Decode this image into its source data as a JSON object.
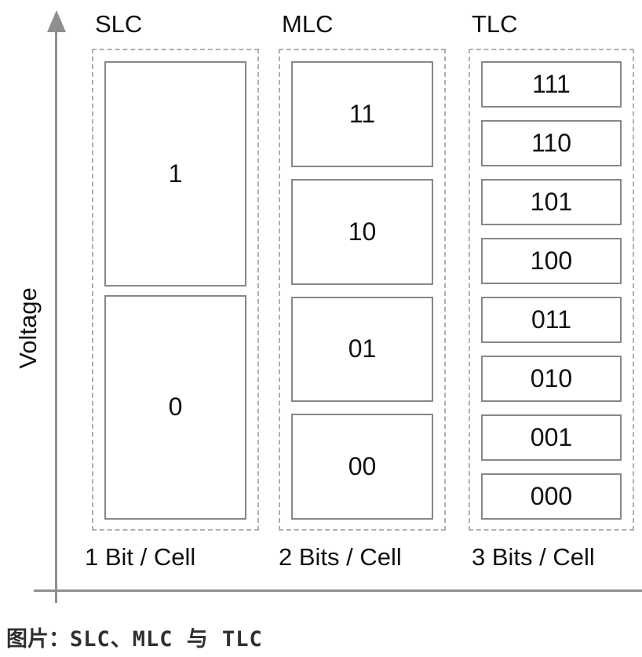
{
  "figure": {
    "y_axis_label": "Voltage",
    "columns": [
      {
        "id": "slc",
        "header": "SLC",
        "footer": "1 Bit / Cell",
        "cells": [
          "1",
          "0"
        ]
      },
      {
        "id": "mlc",
        "header": "MLC",
        "footer": "2 Bits / Cell",
        "cells": [
          "11",
          "10",
          "01",
          "00"
        ]
      },
      {
        "id": "tlc",
        "header": "TLC",
        "footer": "3 Bits / Cell",
        "cells": [
          "111",
          "110",
          "101",
          "100",
          "011",
          "010",
          "001",
          "000"
        ]
      }
    ]
  },
  "caption": {
    "prefix": "图片：",
    "title": "SLC、MLC 与 TLC"
  },
  "colors": {
    "background": "#ffffff",
    "axis": "#8f8f8f",
    "cell_border": "#878787",
    "dashed_border": "#b0b0b0",
    "text": "#111111",
    "caption_text": "#2f2f2f"
  }
}
